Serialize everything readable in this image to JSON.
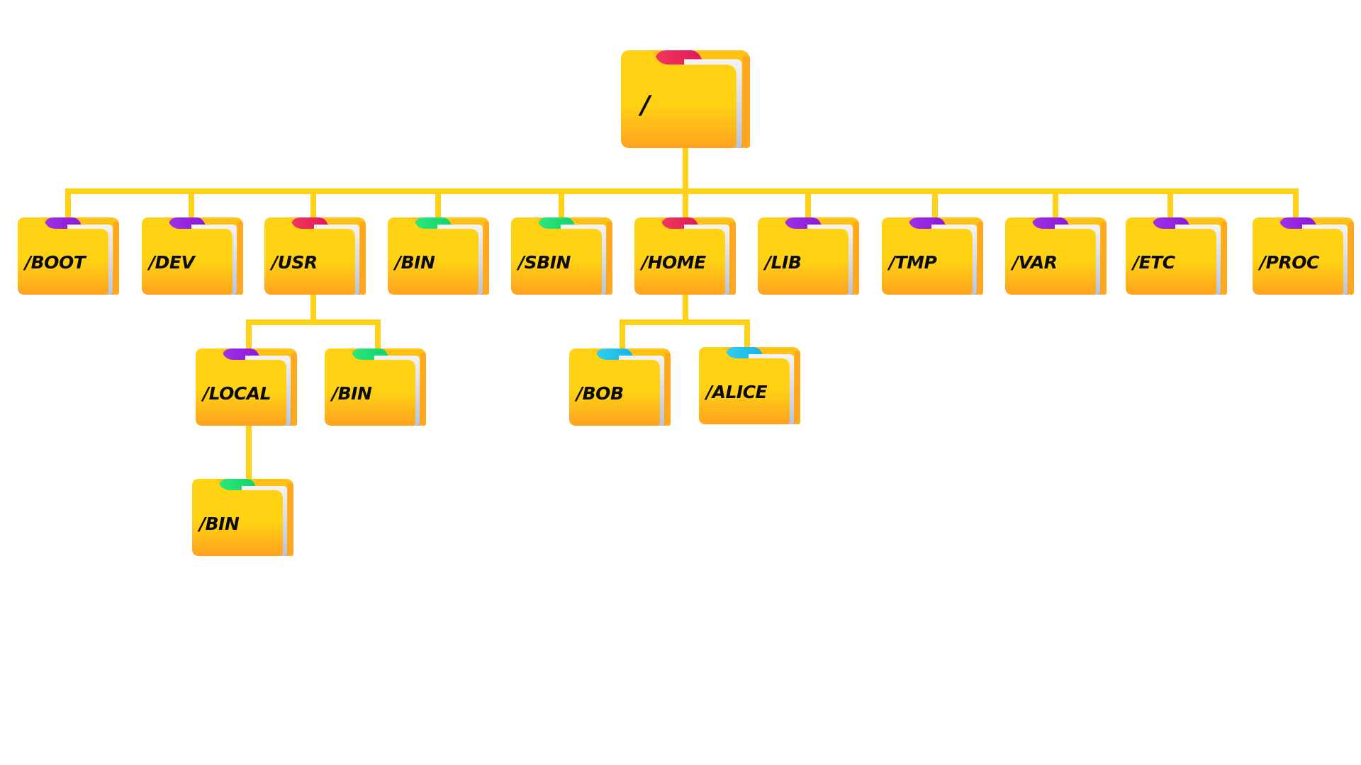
{
  "diagram": {
    "title": "Linux filesystem hierarchy",
    "colors": {
      "folder_top": "#FFD214",
      "folder_bottom": "#FFA31F",
      "connector": "#FFD21A",
      "tab_red": "#F2385C",
      "tab_purple": "#A030E8",
      "tab_green": "#2EE87A",
      "tab_cyan": "#33D0F0",
      "label_text": "#0b0b0b"
    },
    "root": {
      "label": "/",
      "tab": "red"
    },
    "level1": [
      {
        "id": "boot",
        "label": "/BOOT",
        "tab": "purple"
      },
      {
        "id": "dev",
        "label": "/DEV",
        "tab": "purple"
      },
      {
        "id": "usr",
        "label": "/USR",
        "tab": "red"
      },
      {
        "id": "bin",
        "label": "/BIN",
        "tab": "green"
      },
      {
        "id": "sbin",
        "label": "/SBIN",
        "tab": "green"
      },
      {
        "id": "home",
        "label": "/HOME",
        "tab": "red"
      },
      {
        "id": "lib",
        "label": "/LIB",
        "tab": "purple"
      },
      {
        "id": "tmp",
        "label": "/TMP",
        "tab": "purple"
      },
      {
        "id": "var",
        "label": "/VAR",
        "tab": "purple"
      },
      {
        "id": "etc",
        "label": "/ETC",
        "tab": "purple"
      },
      {
        "id": "proc",
        "label": "/PROC",
        "tab": "purple"
      }
    ],
    "usr_children": [
      {
        "id": "usr-local",
        "label": "/LOCAL",
        "tab": "purple"
      },
      {
        "id": "usr-bin",
        "label": "/BIN",
        "tab": "green"
      }
    ],
    "home_children": [
      {
        "id": "home-bob",
        "label": "/BOB",
        "tab": "cyan"
      },
      {
        "id": "home-alice",
        "label": "/ALICE",
        "tab": "cyan"
      }
    ],
    "local_children": [
      {
        "id": "usr-local-bin",
        "label": "/BIN",
        "tab": "green"
      }
    ]
  }
}
